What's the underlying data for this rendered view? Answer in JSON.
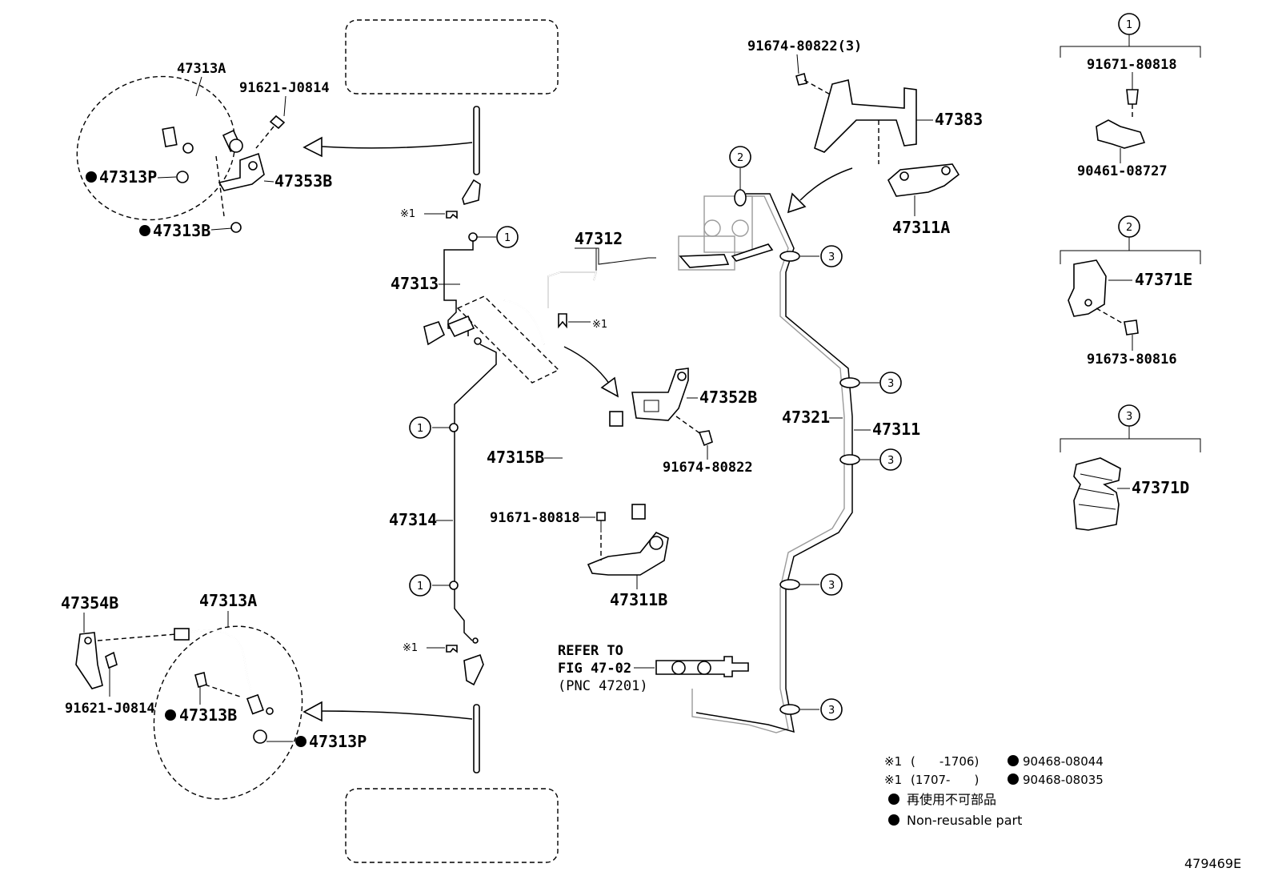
{
  "diagram": {
    "figure_id": "479469E",
    "labels": {
      "p47313A_top": "47313A",
      "p91621_top": "91621-J0814",
      "p47313P_top": "47313P",
      "p47353B": "47353B",
      "p47313B_top": "47313B",
      "x1_a": "※1",
      "x1_b": "※1",
      "x1_c": "※1",
      "p47313": "47313",
      "p47312": "47312",
      "p47314": "47314",
      "p47352B": "47352B",
      "p91674_mid": "91674-80822",
      "p47315B": "47315B",
      "p91671_mid": "91671-80818",
      "p47311B": "47311B",
      "p91674_top": "91674-80822(3)",
      "p47383": "47383",
      "p47311A": "47311A",
      "p47321": "47321",
      "p47311": "47311",
      "refer1": "REFER TO",
      "refer2": "FIG 47-02",
      "refer3": "(PNC 47201)",
      "p47354B": "47354B",
      "p47313A_bot": "47313A",
      "p91621_bot": "91621-J0814",
      "p47313B_bot": "47313B",
      "p47313P_bot": "47313P",
      "k1_91671": "91671-80818",
      "k1_90461": "90461-08727",
      "k2_47371E": "47371E",
      "k2_91673": "91673-80816",
      "k3_47371D": "47371D"
    },
    "callouts": {
      "c1": "1",
      "c2": "2",
      "c3": "3"
    },
    "legend": {
      "row1_mark": "※1",
      "row1_range": "(　　-1706)",
      "row1_part": "90468-08044",
      "row2_mark": "※1",
      "row2_range": "(1707-　　)",
      "row2_part": "90468-08035",
      "row3_text": "再使用不可部品",
      "row4_text": "Non-reusable part"
    }
  }
}
